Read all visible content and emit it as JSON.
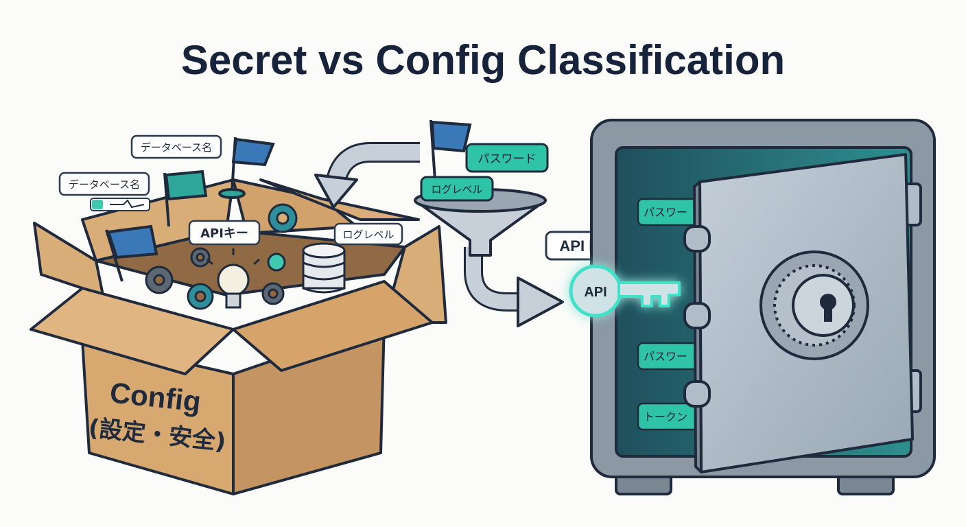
{
  "title": "Secret vs Config Classification",
  "config_box": {
    "line1": "Config",
    "line2": "(設定・安全)"
  },
  "config_tags": {
    "database_name_top": "データベース名",
    "database_name_left": "データベース名",
    "api_key_jp": "APIキー",
    "log_level": "ログレベル"
  },
  "funnel_tags": {
    "password": "パスワード",
    "log_level": "ログレベル"
  },
  "api_key_callout": "API Key",
  "key_label": "API",
  "safe_shelf_tags": [
    "パスワー",
    "パスワー",
    "トークン"
  ],
  "colors": {
    "title": "#17233a",
    "outline": "#1f2b3d",
    "box": "#d9ad78",
    "box_dark": "#c49462",
    "flag": "#3b78b8",
    "teal": "#2fc4a8",
    "safe": "#8c98a4",
    "safe_door": "#b0bcc7",
    "glow": "#3fe0c9"
  }
}
